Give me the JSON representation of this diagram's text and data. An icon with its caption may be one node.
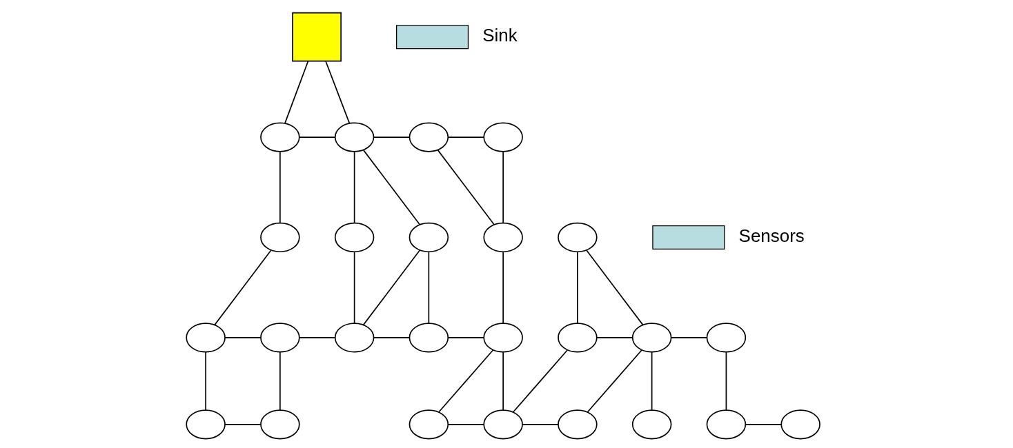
{
  "diagram": {
    "nodes": [
      {
        "text": [],
        "shape": "box"
      },
      {
        "text": [],
        "shape": "circle"
      },
      {
        "text": [],
        "shape": "circle"
      },
      {
        "text": [],
        "shape": "circle"
      },
      {
        "text": [],
        "shape": "circle"
      },
      {
        "text": [],
        "shape": "circle"
      },
      {
        "text": [],
        "shape": "circle"
      },
      {
        "text": [],
        "shape": "circle"
      },
      {
        "text": [],
        "shape": "circle"
      },
      {
        "text": [],
        "shape": "circle"
      },
      {
        "text": [],
        "shape": "circle"
      },
      {
        "text": [],
        "shape": "circle"
      },
      {
        "text": [],
        "shape": "circle"
      },
      {
        "text": [],
        "shape": "circle"
      },
      {
        "text": [],
        "shape": "circle"
      },
      {
        "text": [],
        "shape": "circle"
      },
      {
        "text": [],
        "shape": "circle"
      },
      {
        "text": [],
        "shape": "circle"
      },
      {
        "text": [],
        "shape": "circle"
      },
      {
        "text": [],
        "shape": "circle"
      },
      {
        "text": [],
        "shape": "circle"
      },
      {
        "text": [],
        "shape": "circle"
      },
      {
        "text": [],
        "shape": "circle"
      },
      {
        "text": [],
        "shape": "circle"
      },
      {
        "text": [],
        "shape": "circle"
      },
      {
        "text": [],
        "shape": "circle"
      }
    ],
    "edges": [
      {
        "from": 0,
        "to": 1,
        "arrow": "none"
      },
      {
        "from": 0,
        "to": 2,
        "arrow": "none"
      },
      {
        "from": 1,
        "to": 2,
        "arrow": "none"
      },
      {
        "from": 2,
        "to": 3,
        "arrow": "none"
      },
      {
        "from": 3,
        "to": 4,
        "arrow": "none"
      },
      {
        "from": 1,
        "to": 5,
        "arrow": "none"
      },
      {
        "from": 2,
        "to": 6,
        "arrow": "none"
      },
      {
        "from": 2,
        "to": 7,
        "arrow": "none"
      },
      {
        "from": 3,
        "to": 8,
        "arrow": "none"
      },
      {
        "from": 4,
        "to": 8,
        "arrow": "none"
      },
      {
        "from": 5,
        "to": 10,
        "arrow": "none"
      },
      {
        "from": 6,
        "to": 12,
        "arrow": "none"
      },
      {
        "from": 7,
        "to": 12,
        "arrow": "none"
      },
      {
        "from": 7,
        "to": 13,
        "arrow": "none"
      },
      {
        "from": 8,
        "to": 14,
        "arrow": "none"
      },
      {
        "from": 9,
        "to": 15,
        "arrow": "none"
      },
      {
        "from": 9,
        "to": 16,
        "arrow": "none"
      },
      {
        "from": 10,
        "to": 11,
        "arrow": "none"
      },
      {
        "from": 11,
        "to": 12,
        "arrow": "none"
      },
      {
        "from": 12,
        "to": 13,
        "arrow": "none"
      },
      {
        "from": 13,
        "to": 14,
        "arrow": "none"
      },
      {
        "from": 15,
        "to": 16,
        "arrow": "none"
      },
      {
        "from": 16,
        "to": 17,
        "arrow": "none"
      },
      {
        "from": 10,
        "to": 18,
        "arrow": "none"
      },
      {
        "from": 11,
        "to": 19,
        "arrow": "none"
      },
      {
        "from": 18,
        "to": 19,
        "arrow": "none"
      },
      {
        "from": 14,
        "to": 20,
        "arrow": "none"
      },
      {
        "from": 14,
        "to": 21,
        "arrow": "none"
      },
      {
        "from": 15,
        "to": 21,
        "arrow": "none"
      },
      {
        "from": 16,
        "to": 22,
        "arrow": "none"
      },
      {
        "from": 16,
        "to": 23,
        "arrow": "none"
      },
      {
        "from": 17,
        "to": 24,
        "arrow": "none"
      },
      {
        "from": 20,
        "to": 21,
        "arrow": "none"
      },
      {
        "from": 21,
        "to": 22,
        "arrow": "none"
      },
      {
        "from": 24,
        "to": 25,
        "arrow": "none"
      }
    ],
    "legend": [
      {
        "text": "Sink"
      },
      {
        "text": "Sensors"
      }
    ]
  }
}
